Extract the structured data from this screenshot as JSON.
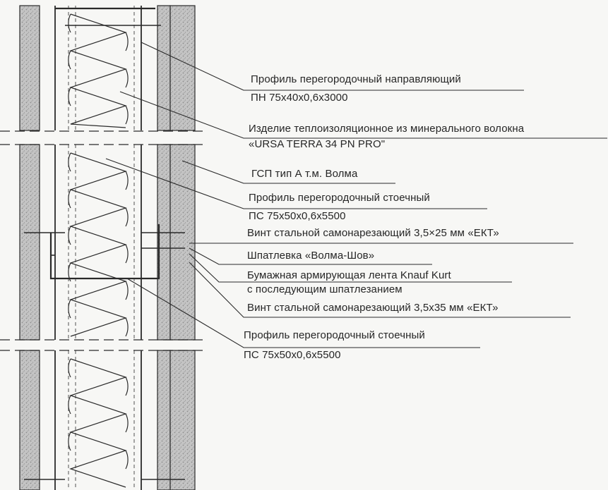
{
  "colors": {
    "background": "#f7f7f5",
    "ink": "#2a2a2a",
    "board_fill": "#bdbdbd"
  },
  "callouts": [
    {
      "id": "ph-profile",
      "lines": [
        "Профиль перегородочный направляющий",
        "ПН 75х40х0,6х3000"
      ]
    },
    {
      "id": "insulation",
      "lines": [
        "Изделие теплоизоляционное из минерального волокна",
        "«URSA TERRA 34 PN PRO\""
      ]
    },
    {
      "id": "gsp",
      "lines": [
        "ГСП тип А т.м. Волма"
      ]
    },
    {
      "id": "ps-profile-1",
      "lines": [
        "Профиль перегородочный стоечный",
        "ПС 75х50х0,6х5500"
      ]
    },
    {
      "id": "screw-25",
      "lines": [
        "Винт стальной самонарезающий 3,5×25 мм  «ЕКТ»"
      ]
    },
    {
      "id": "putty",
      "lines": [
        "Шпатлевка «Волма-Шов»"
      ]
    },
    {
      "id": "tape",
      "lines": [
        "Бумажная армирующая лента Knauf Kurt",
        "с последующим шпатлезанием"
      ]
    },
    {
      "id": "screw-35",
      "lines": [
        "Винт стальной самонарезающий 3,5х35 мм  «ЕКТ»"
      ]
    },
    {
      "id": "ps-profile-2",
      "lines": [
        "Профиль перегородочный стоечный",
        "ПС 75х50х0,6х5500"
      ]
    }
  ]
}
